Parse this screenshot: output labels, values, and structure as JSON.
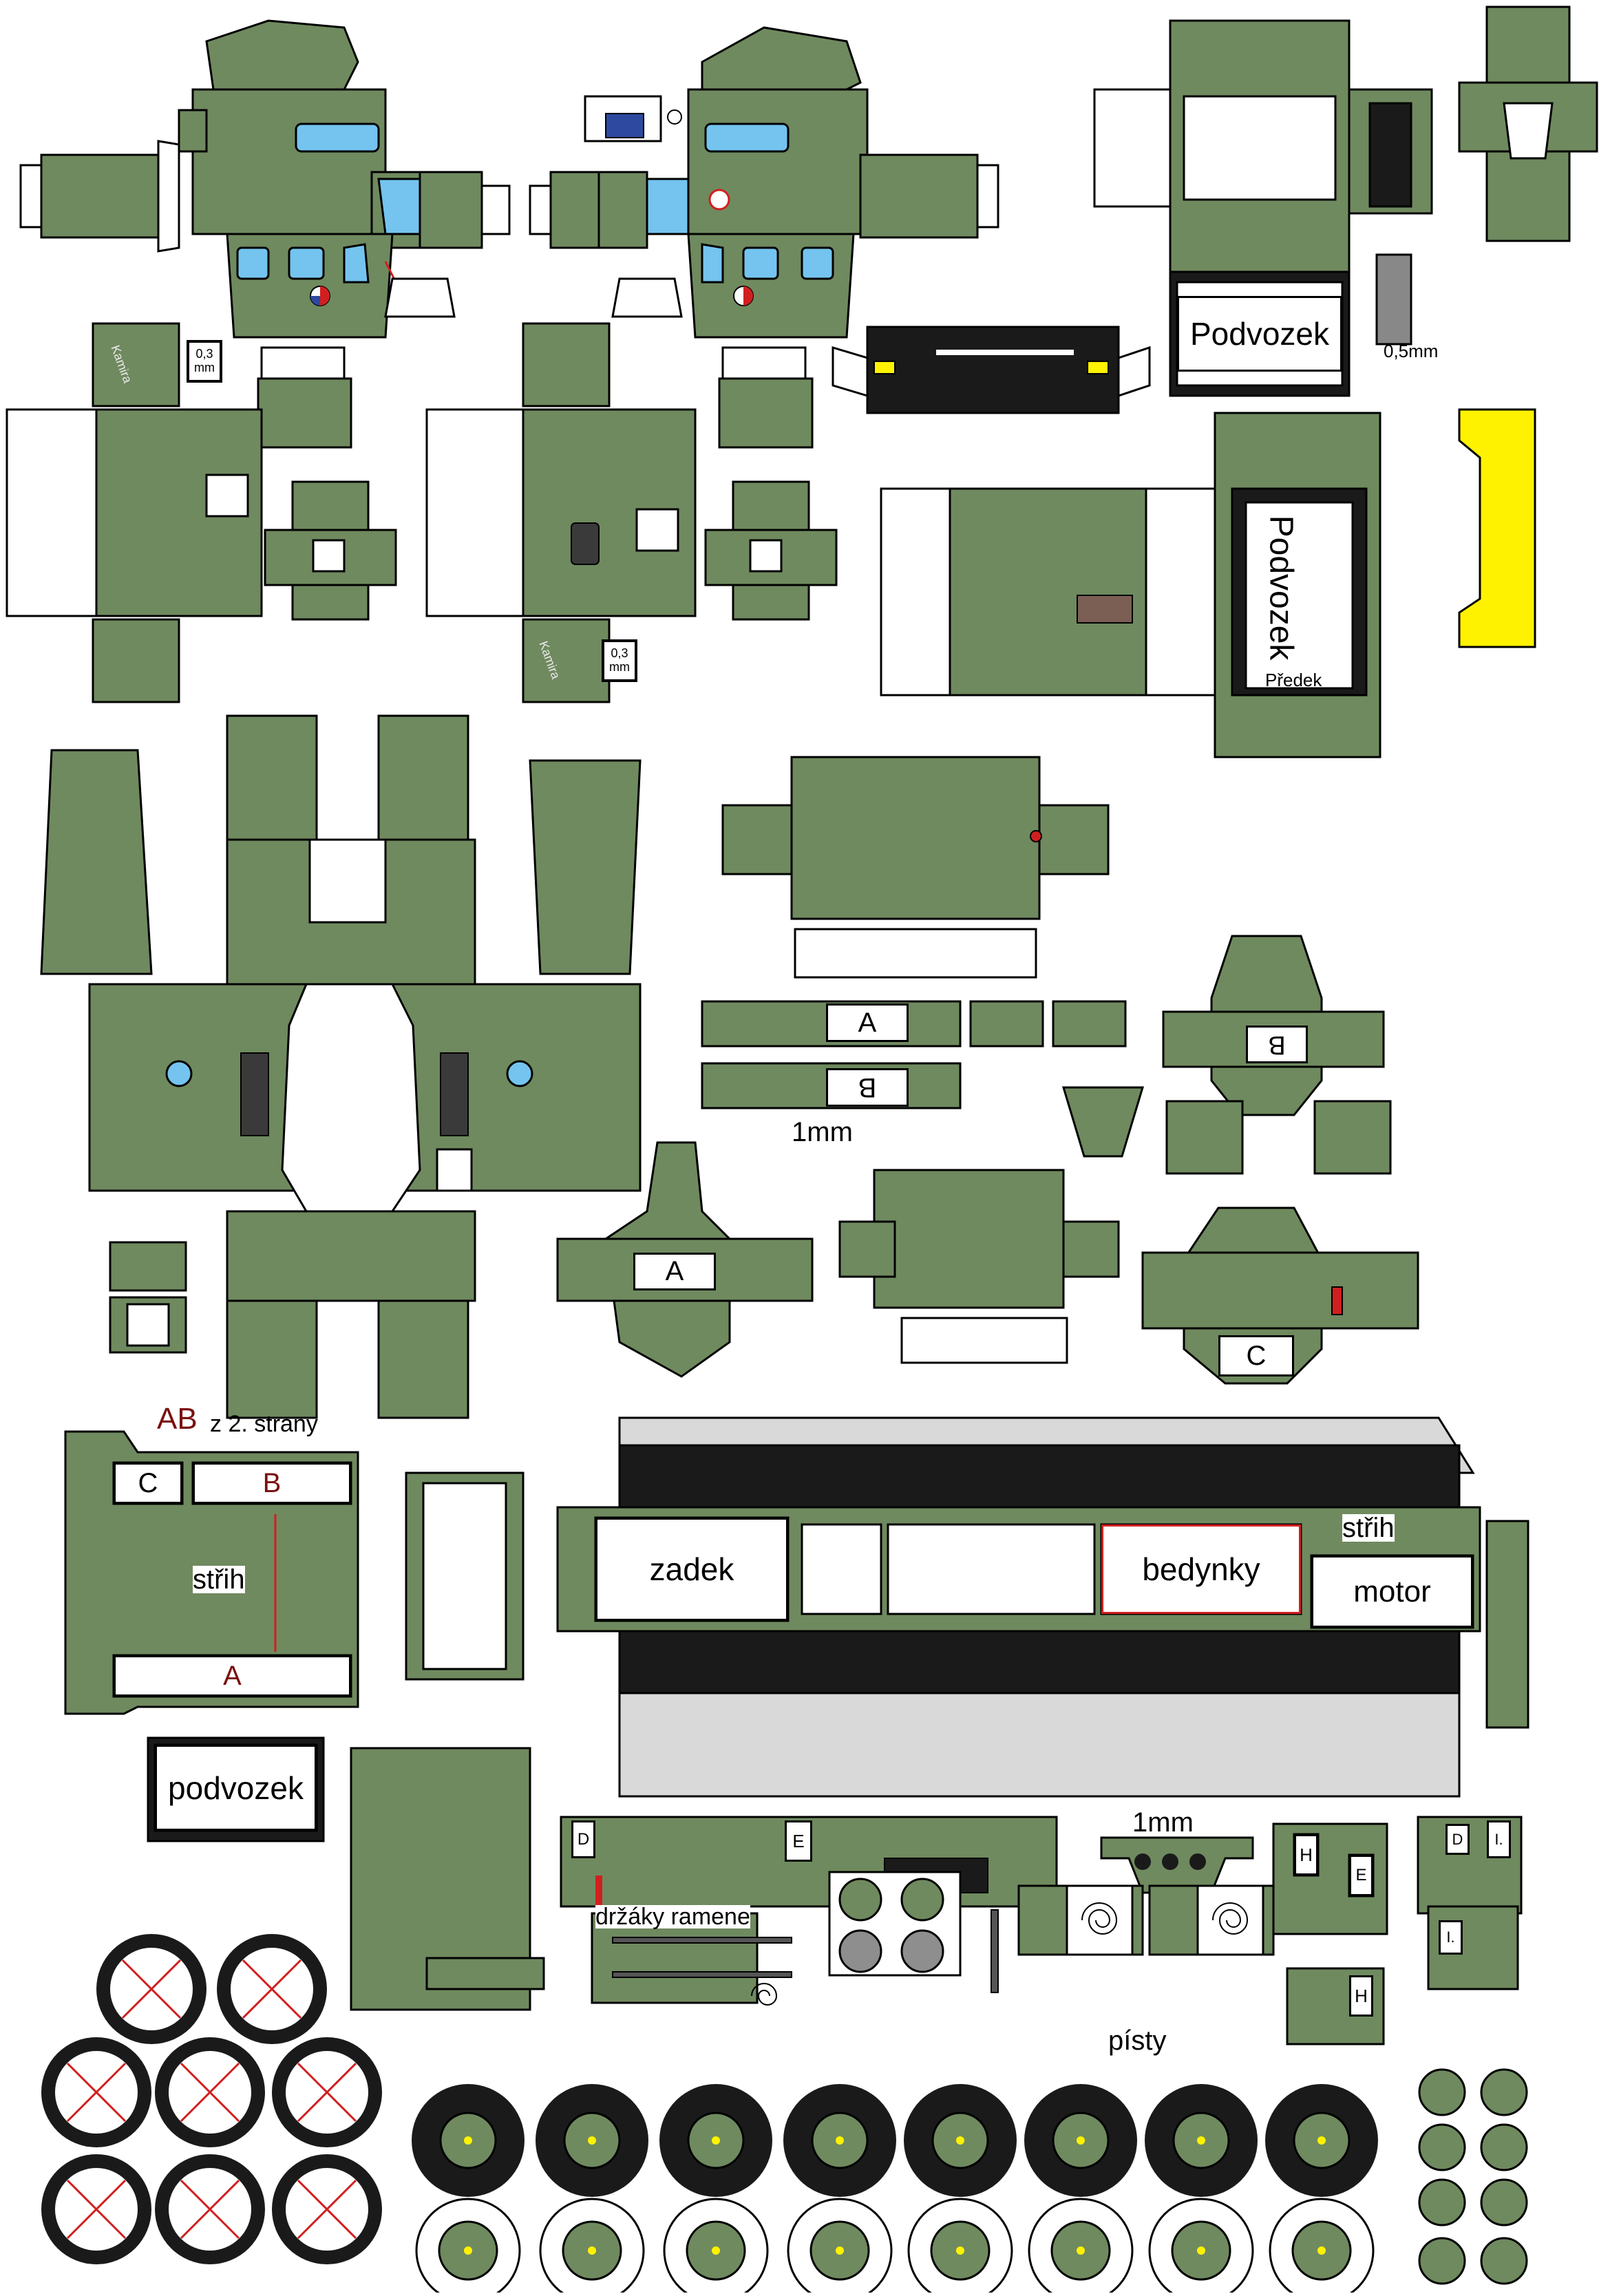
{
  "labels": {
    "podvozek_top": "Podvozek",
    "thickness_05": "0,5mm",
    "thickness_03_a": "0,3 mm",
    "thickness_03_b": "0,3 mm",
    "podvozek_vertical": "Podvozek",
    "predek": "Předek",
    "part_a": "A",
    "part_b": "B",
    "part_b_flipped": "B",
    "part_b_small": "B",
    "part_a_center": "A",
    "part_c_right": "C",
    "mm_1_left": "1mm",
    "ab_other_side": "AB",
    "z_2_strany": "z 2. strany",
    "part_c_left": "C",
    "part_b_left": "B",
    "strih_left": "střih",
    "part_a_left": "A",
    "zadek": "zadek",
    "bedynky": "bedynky",
    "strih_right": "střih",
    "motor": "motor",
    "podvozek_bottom": "podvozek",
    "part_d_1": "D",
    "part_e_1": "E",
    "mm_1_right": "1mm",
    "drzaky_ramene": "držáky ramene",
    "pisty": "písty",
    "part_h_1": "H",
    "part_e_2": "E",
    "part_d_2": "D",
    "part_i_1": "I.",
    "part_i_2": "I.",
    "part_h_2": "H",
    "brand_1": "Kamira",
    "brand_2": "Kamira"
  },
  "colors": {
    "olive": "#6f8a5f",
    "olive_dark": "#5c7550",
    "outline": "#000000",
    "white": "#ffffff",
    "window_blue": "#74c4ef",
    "yellow": "#fff200",
    "black_panel": "#1a1a1a",
    "grey_panel": "#d9d9d9",
    "accent_red": "#d11f1f"
  },
  "icons": {
    "cut_mark": "red-cut-line-icon",
    "flag": "czech-flag-icon",
    "spring": "spiral-spring-icon",
    "wheel": "tyre-icon",
    "hub": "wheel-hub-icon"
  }
}
